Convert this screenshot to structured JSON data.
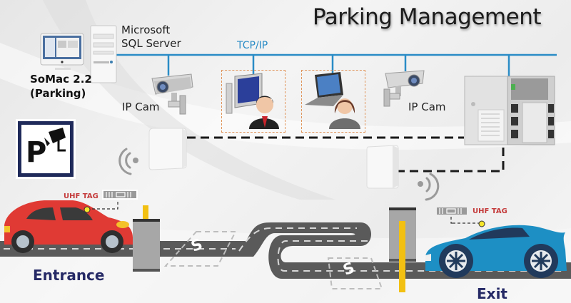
{
  "title": "Parking Management",
  "network": {
    "label": "TCP/IP",
    "line_color": "#2a8cc6"
  },
  "server": {
    "line1": "Microsoft",
    "line2": "SQL Server",
    "icon": "server-tower-icon"
  },
  "software": {
    "line1": "SoMac 2.2",
    "line2": "(Parking)",
    "icon": "monitor-icon"
  },
  "cameras": [
    {
      "label": "IP Cam",
      "icon": "ip-camera-icon"
    },
    {
      "label": "IP Cam",
      "icon": "ip-camera-icon"
    }
  ],
  "operators": [
    {
      "icon": "desktop-operator-male-icon"
    },
    {
      "icon": "laptop-operator-female-icon"
    }
  ],
  "controller": {
    "icon": "access-controller-panel-icon"
  },
  "readers": [
    {
      "icon": "uhf-reader-antenna-icon"
    },
    {
      "icon": "uhf-reader-antenna-icon"
    }
  ],
  "parking_sign": {
    "glyph": "P",
    "icon": "parking-camera-sign-icon"
  },
  "tags": [
    {
      "label": "UHF TAG",
      "icon": "rfid-tag-icon"
    },
    {
      "label": "UHF TAG",
      "icon": "rfid-tag-icon"
    }
  ],
  "road": {
    "slot_glyph": "S"
  },
  "entrance": {
    "label": "Entrance",
    "car_color": "#e03a34"
  },
  "exit": {
    "label": "Exit",
    "car_color": "#1d8fc4"
  },
  "colors": {
    "accent_blue": "#2a8cc6",
    "operator_box": "#e0945a",
    "tag_text": "#c43a3a",
    "zone_text": "#262a66",
    "barrier_arm": "#f2c012"
  }
}
